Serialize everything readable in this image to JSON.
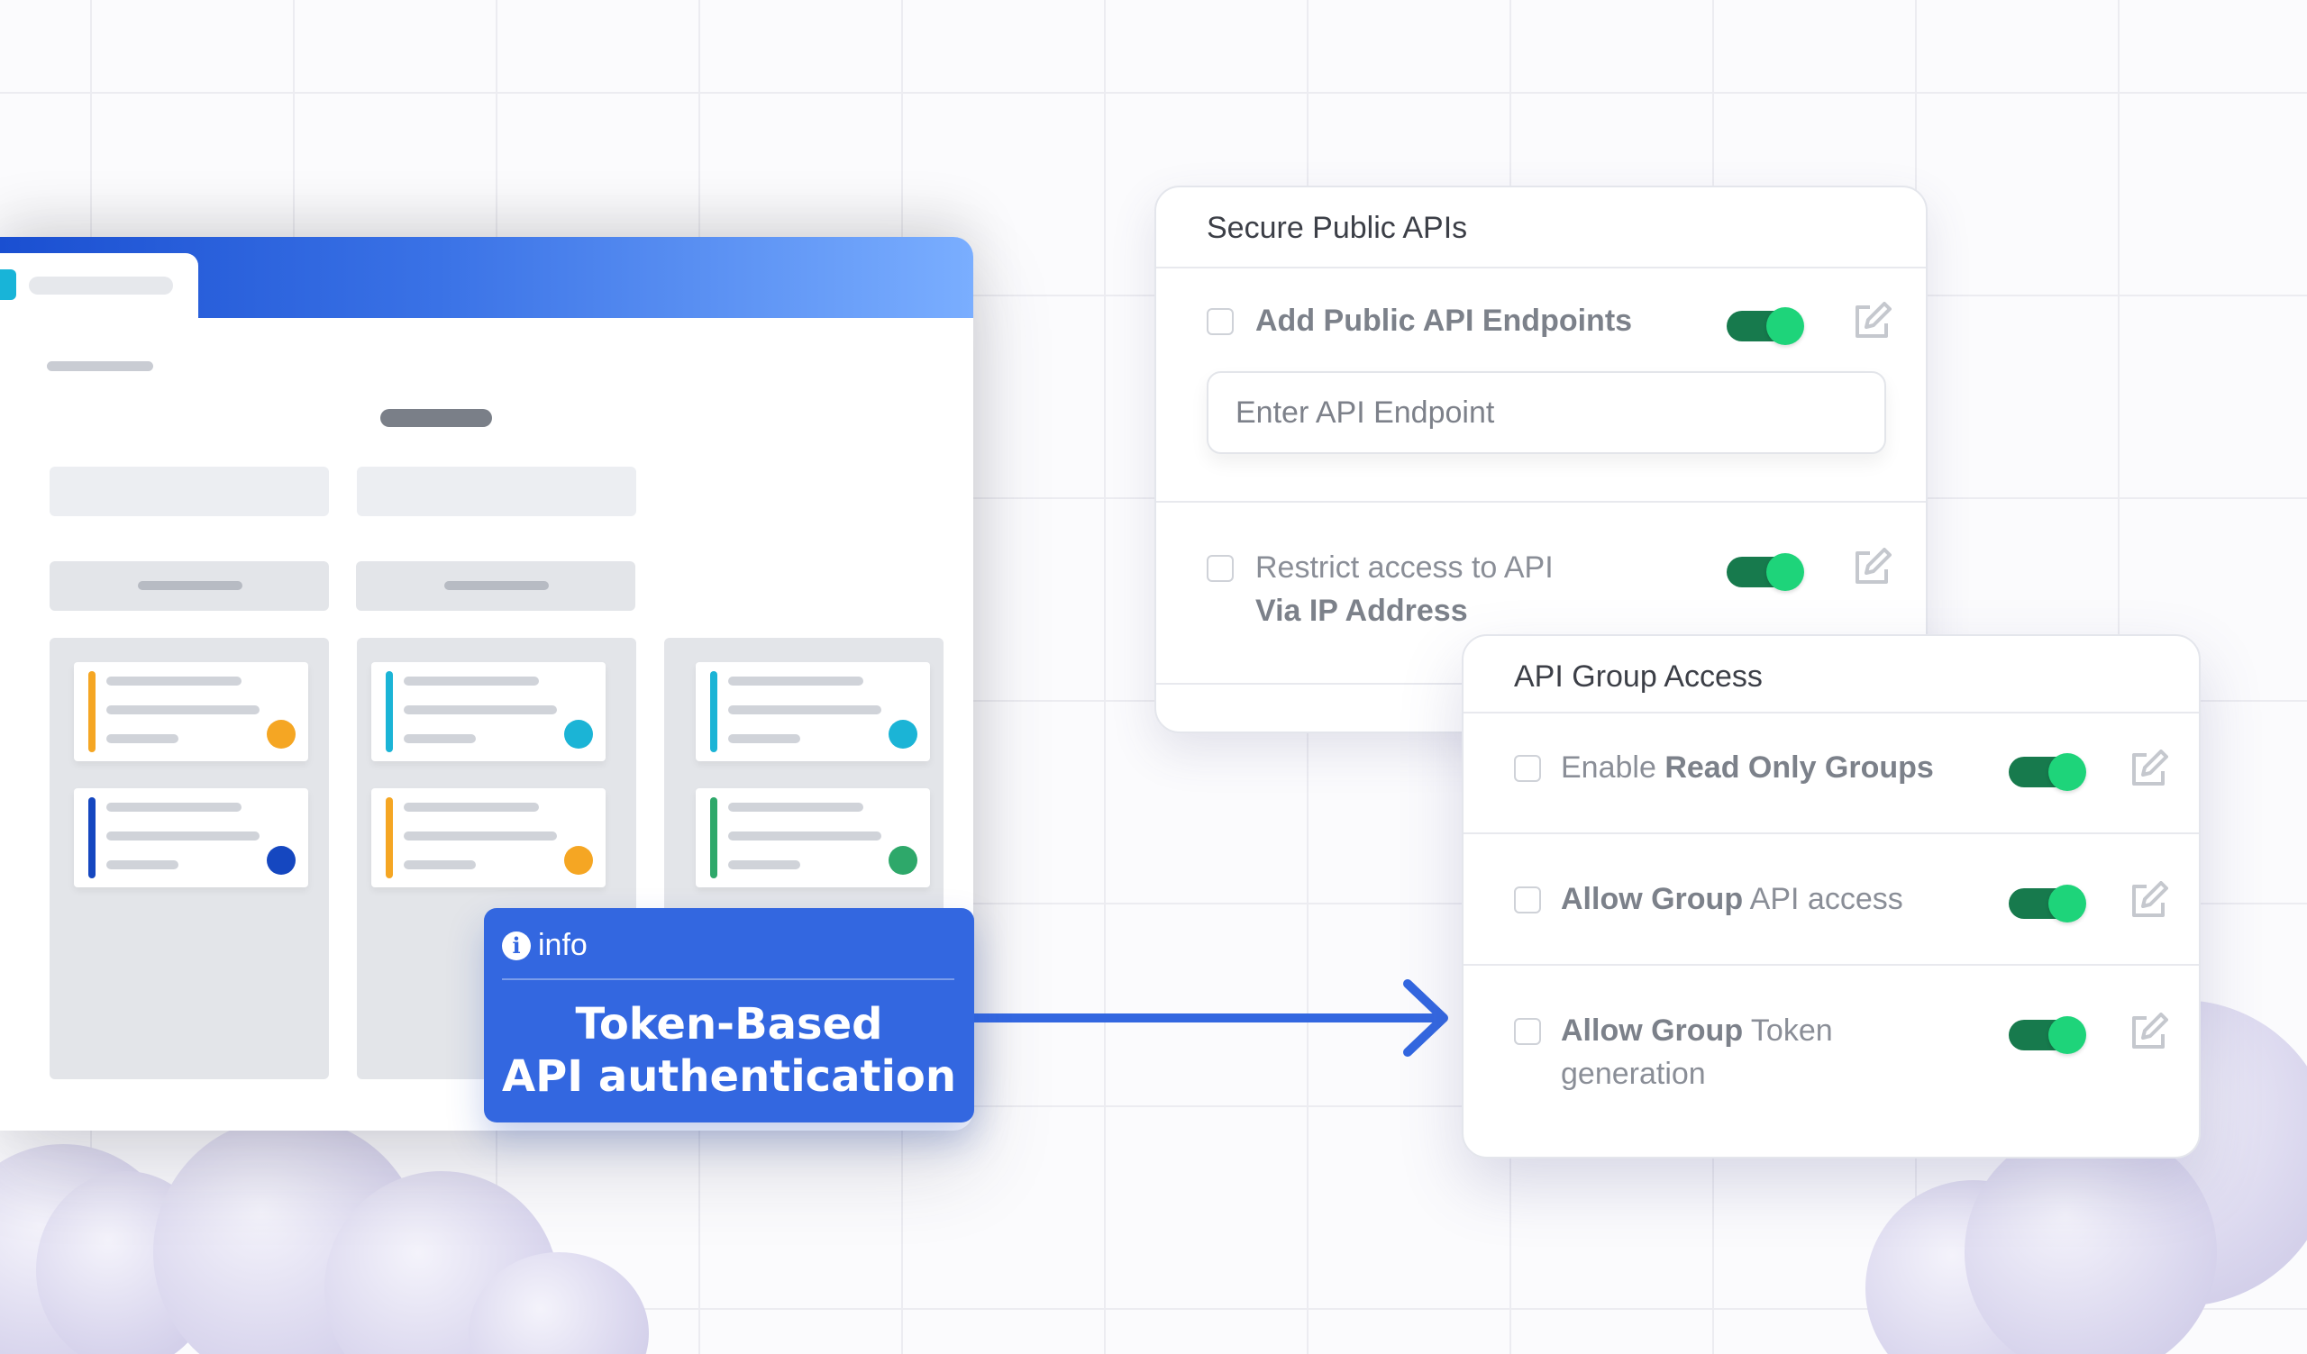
{
  "info": {
    "label": "info",
    "title_line1": "Token-Based",
    "title_line2": "API authentication"
  },
  "secure_panel": {
    "title": "Secure Public APIs",
    "row1": {
      "label": "Add Public API Endpoints",
      "enabled": true,
      "checked": false
    },
    "input": {
      "placeholder": "Enter API Endpoint",
      "value": ""
    },
    "row2": {
      "label_line1": "Restrict access to API",
      "label_line2": "Via IP Address",
      "enabled": true,
      "checked": false
    }
  },
  "group_panel": {
    "title": "API Group Access",
    "rows": [
      {
        "plain": "Enable ",
        "bold": "Read Only Groups",
        "enabled": true,
        "checked": false
      },
      {
        "bold": "Allow Group",
        "plain": " API access",
        "enabled": true,
        "checked": false
      },
      {
        "bold": "Allow Group",
        "plain": " Token",
        "plain2": "generation",
        "enabled": true,
        "checked": false
      }
    ]
  },
  "colors": {
    "accent_blue": "#3367e0",
    "toggle_track": "#177a4d",
    "toggle_knob": "#1ed47a",
    "card_orange": "#f5a623",
    "card_cyan": "#1bb4d6",
    "card_blue": "#1547c0",
    "card_green": "#2ea86a"
  },
  "icons": [
    "info-icon",
    "edit-icon",
    "arrow-right-icon"
  ]
}
